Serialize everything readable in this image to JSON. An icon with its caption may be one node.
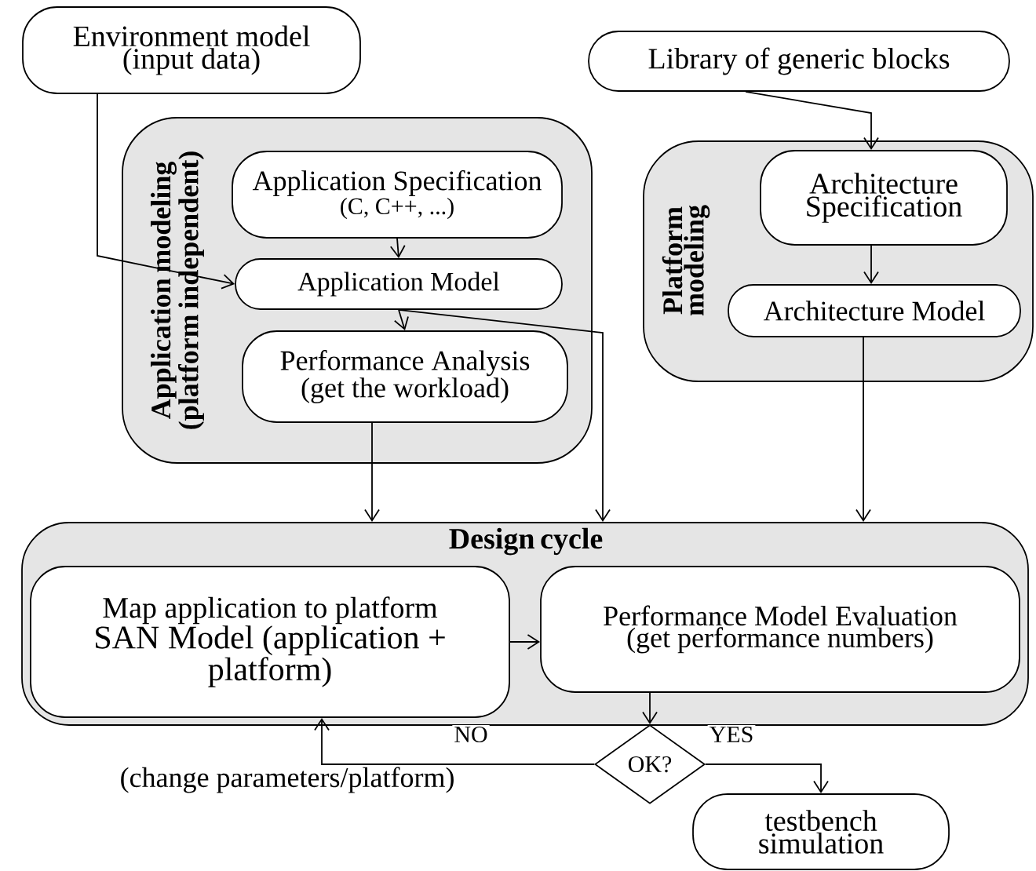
{
  "diagram": {
    "nodes": [
      {
        "text": [
          "Environment model (input data)"
        ]
      },
      {
        "text": [
          "Application modeling (platform independent)"
        ]
      },
      {
        "text": [
          "Application Specification",
          "(C, C++, ...)"
        ],
        "in": 1
      },
      {
        "text": [
          "Application Model"
        ],
        "in": 1
      },
      {
        "text": [
          "Performance Analysis (get the workload)"
        ],
        "in": 1
      },
      {
        "text": [
          "Library of generic blocks"
        ]
      },
      {
        "text": [
          "Platform modeling"
        ]
      },
      {
        "text": [
          "Architecture Specification"
        ],
        "in": 6
      },
      {
        "text": [
          "Architecture Model"
        ],
        "in": 6
      },
      {
        "text": [
          "Design cycle"
        ]
      },
      {
        "text": [
          "Map application to platform",
          "SAN Model (application + platform)"
        ],
        "in": 9
      },
      {
        "text": [
          "Performance Model Evaluation (get performance numbers)"
        ],
        "in": 9
      },
      {
        "text": [
          "OK?"
        ]
      },
      {
        "text": [
          "testbench simulation"
        ]
      }
    ],
    "edges": [
      {
        "from": 0,
        "to": 3,
        "arrow": "to"
      },
      {
        "from": 2,
        "to": 3,
        "arrow": "to"
      },
      {
        "from": 3,
        "to": 4,
        "arrow": "to"
      },
      {
        "from": 3,
        "to": 9,
        "arrow": "to"
      },
      {
        "from": 4,
        "to": 9,
        "arrow": "to"
      },
      {
        "from": 5,
        "to": 7,
        "arrow": "to"
      },
      {
        "from": 7,
        "to": 8,
        "arrow": "to"
      },
      {
        "from": 8,
        "to": 9,
        "arrow": "to"
      },
      {
        "from": 10,
        "to": 11,
        "arrow": "to"
      },
      {
        "from": 11,
        "to": 12,
        "arrow": "to"
      },
      {
        "from": 12,
        "to": 13,
        "arrow": "to",
        "label": "YES"
      },
      {
        "from": 12,
        "to": 10,
        "arrow": "to",
        "label": "NO"
      }
    ],
    "labels": [
      "(change parameters/platform)"
    ]
  }
}
